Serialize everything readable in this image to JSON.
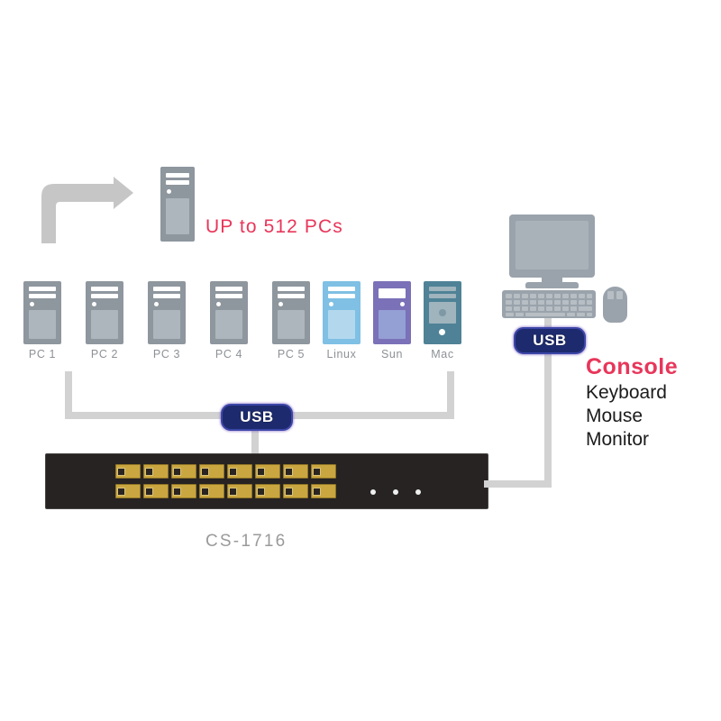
{
  "diagram": {
    "title_text": "UP to 512 PCs",
    "device_model": "CS-1716",
    "expansion_arrow": "expansion-arrow",
    "usb_badge_pc_side": "USB",
    "usb_badge_console_side": "USB",
    "computers": [
      {
        "label": "PC 1",
        "body": "#8e969e",
        "panel": "#aeb6bd",
        "style": "pc"
      },
      {
        "label": "PC 2",
        "body": "#8e969e",
        "panel": "#aeb6bd",
        "style": "pc"
      },
      {
        "label": "PC 3",
        "body": "#8e969e",
        "panel": "#aeb6bd",
        "style": "pc"
      },
      {
        "label": "PC 4",
        "body": "#8e969e",
        "panel": "#aeb6bd",
        "style": "pc"
      },
      {
        "label": "PC 5",
        "body": "#8e969e",
        "panel": "#aeb6bd",
        "style": "pc"
      },
      {
        "label": "Linux",
        "body": "#7fc0e4",
        "panel": "#b3d8ee",
        "style": "pc"
      },
      {
        "label": "Sun",
        "body": "#7a71b8",
        "panel": "#949fd4",
        "style": "sun"
      },
      {
        "label": "Mac",
        "body": "#4f8296",
        "panel": "#9fb4bd",
        "style": "mac"
      }
    ],
    "expansion_tower": {
      "label": "",
      "body": "#8e969e",
      "panel": "#aeb6bd",
      "style": "pc"
    },
    "switch": {
      "port_rows": 2,
      "ports_per_row": 8,
      "led_count": 3,
      "body_color": "#262322",
      "port_color": "#c9a63f"
    },
    "console": {
      "heading": "Console",
      "lines": [
        "Keyboard",
        "Mouse",
        "Monitor"
      ],
      "monitor_icon": "monitor-icon",
      "keyboard_icon": "keyboard-icon",
      "mouse_icon": "mouse-icon"
    },
    "colors": {
      "accent_red": "#e8365a",
      "cable_gray": "#d2d2d2",
      "label_gray": "#8d9196",
      "usb_navy": "#1d2a6e"
    }
  }
}
